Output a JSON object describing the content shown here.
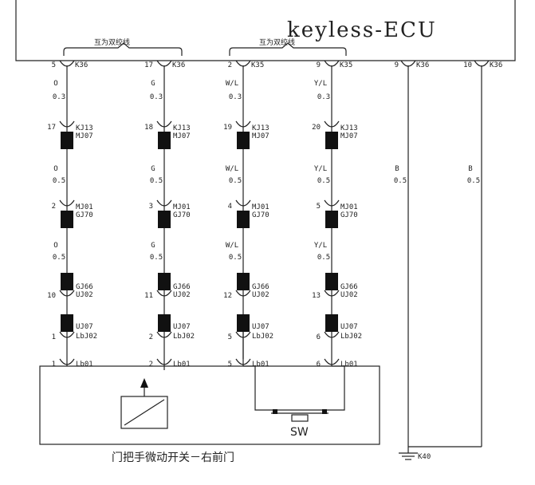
{
  "ecu": {
    "title": "keyless-ECU"
  },
  "twisted_pair_note": "互为双绞线",
  "columns": [
    {
      "id": "c1",
      "pin_ecu": "5",
      "ecu_conn": "K36",
      "wire1": "O",
      "gauge1": "0.3",
      "pin_a": "17",
      "conn_a1": "KJ13",
      "conn_a2": "MJ07",
      "wire2": "O",
      "gauge2": "0.5",
      "pin_b": "2",
      "conn_b1": "MJ01",
      "conn_b2": "GJ70",
      "wire3": "O",
      "gauge3": "0.5",
      "pin_c": "10",
      "conn_c1": "GJ66",
      "conn_c2": "UJ02",
      "pin_d": "1",
      "conn_d1": "UJ07",
      "conn_d2": "LbJ02",
      "pin_e": "1",
      "conn_e": "Lb01"
    },
    {
      "id": "c2",
      "pin_ecu": "17",
      "ecu_conn": "K36",
      "wire1": "G",
      "gauge1": "0.3",
      "pin_a": "18",
      "conn_a1": "KJ13",
      "conn_a2": "MJ07",
      "wire2": "G",
      "gauge2": "0.5",
      "pin_b": "3",
      "conn_b1": "MJ01",
      "conn_b2": "GJ70",
      "wire3": "G",
      "gauge3": "0.5",
      "pin_c": "11",
      "conn_c1": "GJ66",
      "conn_c2": "UJ02",
      "pin_d": "2",
      "conn_d1": "UJ07",
      "conn_d2": "LbJ02",
      "pin_e": "2",
      "conn_e": "Lb01"
    },
    {
      "id": "c3",
      "pin_ecu": "2",
      "ecu_conn": "K35",
      "wire1": "W/L",
      "gauge1": "0.3",
      "pin_a": "19",
      "conn_a1": "KJ13",
      "conn_a2": "MJ07",
      "wire2": "W/L",
      "gauge2": "0.5",
      "pin_b": "4",
      "conn_b1": "MJ01",
      "conn_b2": "GJ70",
      "wire3": "W/L",
      "gauge3": "0.5",
      "pin_c": "12",
      "conn_c1": "GJ66",
      "conn_c2": "UJ02",
      "pin_d": "5",
      "conn_d1": "UJ07",
      "conn_d2": "LbJ02",
      "pin_e": "5",
      "conn_e": "Lb01"
    },
    {
      "id": "c4",
      "pin_ecu": "9",
      "ecu_conn": "K35",
      "wire1": "Y/L",
      "gauge1": "0.3",
      "pin_a": "20",
      "conn_a1": "KJ13",
      "conn_a2": "MJ07",
      "wire2": "Y/L",
      "gauge2": "0.5",
      "pin_b": "5",
      "conn_b1": "MJ01",
      "conn_b2": "GJ70",
      "wire3": "Y/L",
      "gauge3": "0.5",
      "pin_c": "13",
      "conn_c1": "GJ66",
      "conn_c2": "UJ02",
      "pin_d": "6",
      "conn_d1": "UJ07",
      "conn_d2": "LbJ02",
      "pin_e": "6",
      "conn_e": "Lb01"
    }
  ],
  "ground_wires": [
    {
      "id": "g1",
      "pin_ecu": "9",
      "ecu_conn": "K36",
      "wire": "B",
      "gauge": "0.5"
    },
    {
      "id": "g2",
      "pin_ecu": "10",
      "ecu_conn": "K36",
      "wire": "B",
      "gauge": "0.5"
    }
  ],
  "switch": {
    "label": "SW"
  },
  "component": {
    "label": "门把手微动开关－右前门"
  },
  "ground": {
    "label": "K40"
  }
}
